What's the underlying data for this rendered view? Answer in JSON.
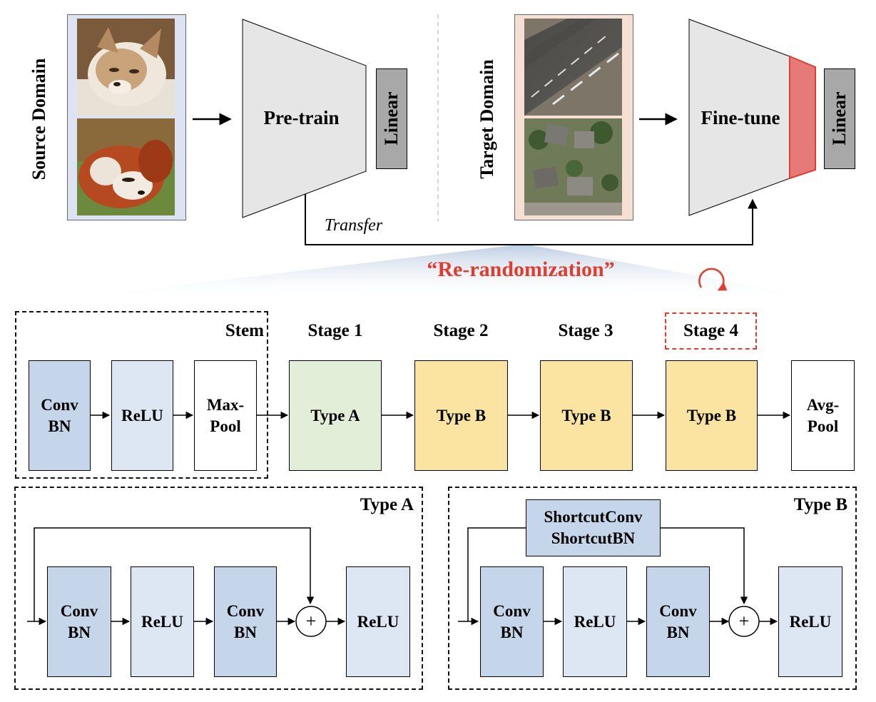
{
  "top": {
    "source_domain_label": "Source Domain",
    "target_domain_label": "Target Domain",
    "pretrain_label": "Pre-train",
    "finetune_label": "Fine-tune",
    "linear_label_left": "Linear",
    "linear_label_right": "Linear",
    "transfer_label": "Transfer",
    "rerandomization_label": "“Re-randomization”"
  },
  "stages": {
    "stem_label": "Stem",
    "stage1_label": "Stage 1",
    "stage2_label": "Stage 2",
    "stage3_label": "Stage 3",
    "stage4_label": "Stage 4",
    "blocks": {
      "stem_conv": "Conv\nBN",
      "stem_relu": "ReLU",
      "stem_maxpool": "Max-\nPool",
      "stage1_type": "Type A",
      "stage2_type": "Type B",
      "stage3_type": "Type B",
      "stage4_type": "Type B",
      "avgpool": "Avg-\nPool"
    }
  },
  "type_a": {
    "title": "Type A",
    "conv1": "Conv\nBN",
    "relu1": "ReLU",
    "conv2": "Conv\nBN",
    "plus": "+",
    "relu2": "ReLU"
  },
  "type_b": {
    "title": "Type B",
    "shortcut": "ShortcutConv\nShortcutBN",
    "conv1": "Conv\nBN",
    "relu1": "ReLU",
    "conv2": "Conv\nBN",
    "plus": "+",
    "relu2": "ReLU"
  },
  "colors": {
    "conv_fill": "#c5d6ea",
    "relu_fill": "#dde6f3",
    "type_a_fill": "#e3eed9",
    "type_b_fill": "#fbe4a1",
    "linear_fill": "#a8a8a8",
    "encoder_fill": "#e6e6e6",
    "finetune_head_fill": "#e57a78",
    "accent_red": "#e23c2e",
    "source_frame_fill": "#dde3f2",
    "target_frame_fill": "#f6e0d3"
  }
}
